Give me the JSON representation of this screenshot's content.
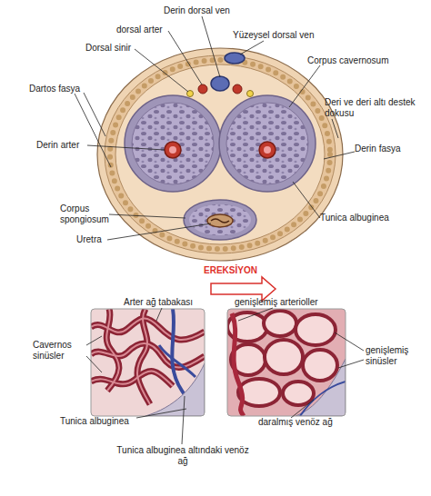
{
  "diagram": {
    "labels": [
      "Derin dorsal ven",
      "Yüzeysel dorsal ven",
      "dorsal arter",
      "Dorsal sinir",
      "Corpus cavernosum",
      "Dartos fasya",
      "Deri ve deri altı destek dokusu",
      "Derin arter",
      "Derin fasya",
      "Corpus spongiosum",
      "Uretra",
      "Tunica albuginea",
      "EREKSİYON",
      "Arter ağ tabakası",
      "genişlemiş arterioller",
      "Cavernos sinüsler",
      "genişlemiş sinüsler",
      "Tunica albuginea",
      "daralmış venöz ağ",
      "Tunica albuginea altındaki venöz ağ"
    ]
  }
}
